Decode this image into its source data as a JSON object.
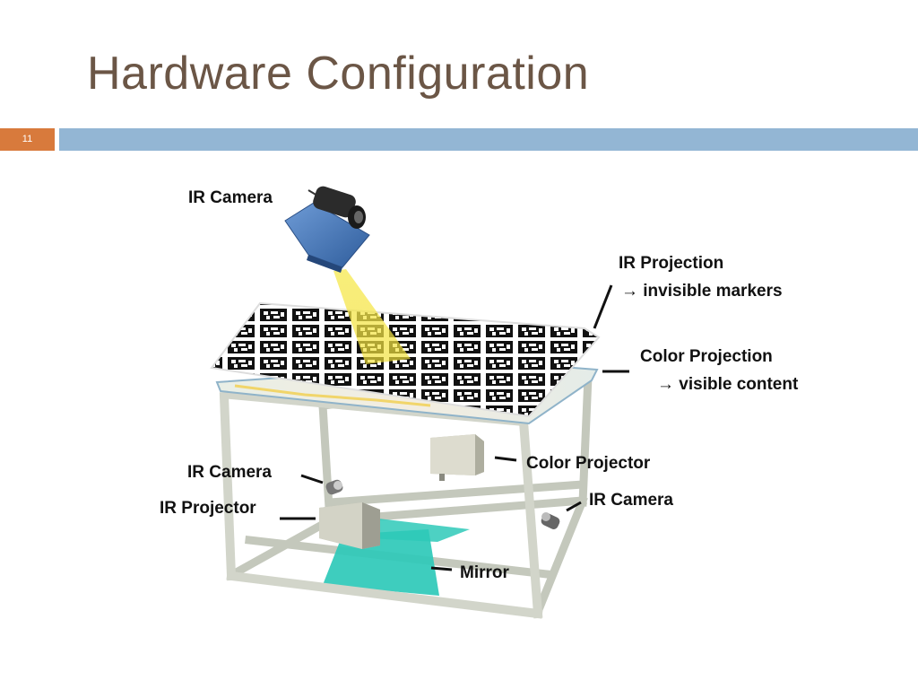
{
  "slide": {
    "title": "Hardware Configuration",
    "page_number": "11"
  },
  "labels": {
    "ir_camera_top": "IR Camera",
    "ir_projection": "IR Projection",
    "ir_projection_sub": "→ invisible markers",
    "color_projection": "Color Projection",
    "color_projection_sub": "→ visible content",
    "color_projector": "Color Projector",
    "ir_camera_left": "IR Camera",
    "ir_projector": "IR Projector",
    "ir_camera_right": "IR Camera",
    "mirror": "Mirror"
  },
  "colors": {
    "title": "#6b5646",
    "badge": "#d87a3c",
    "accent_bar": "#93b6d4",
    "ir_beam": "#f2e13a",
    "mirror": "#2ec9b8",
    "camera_body": "#4c7fc0"
  }
}
